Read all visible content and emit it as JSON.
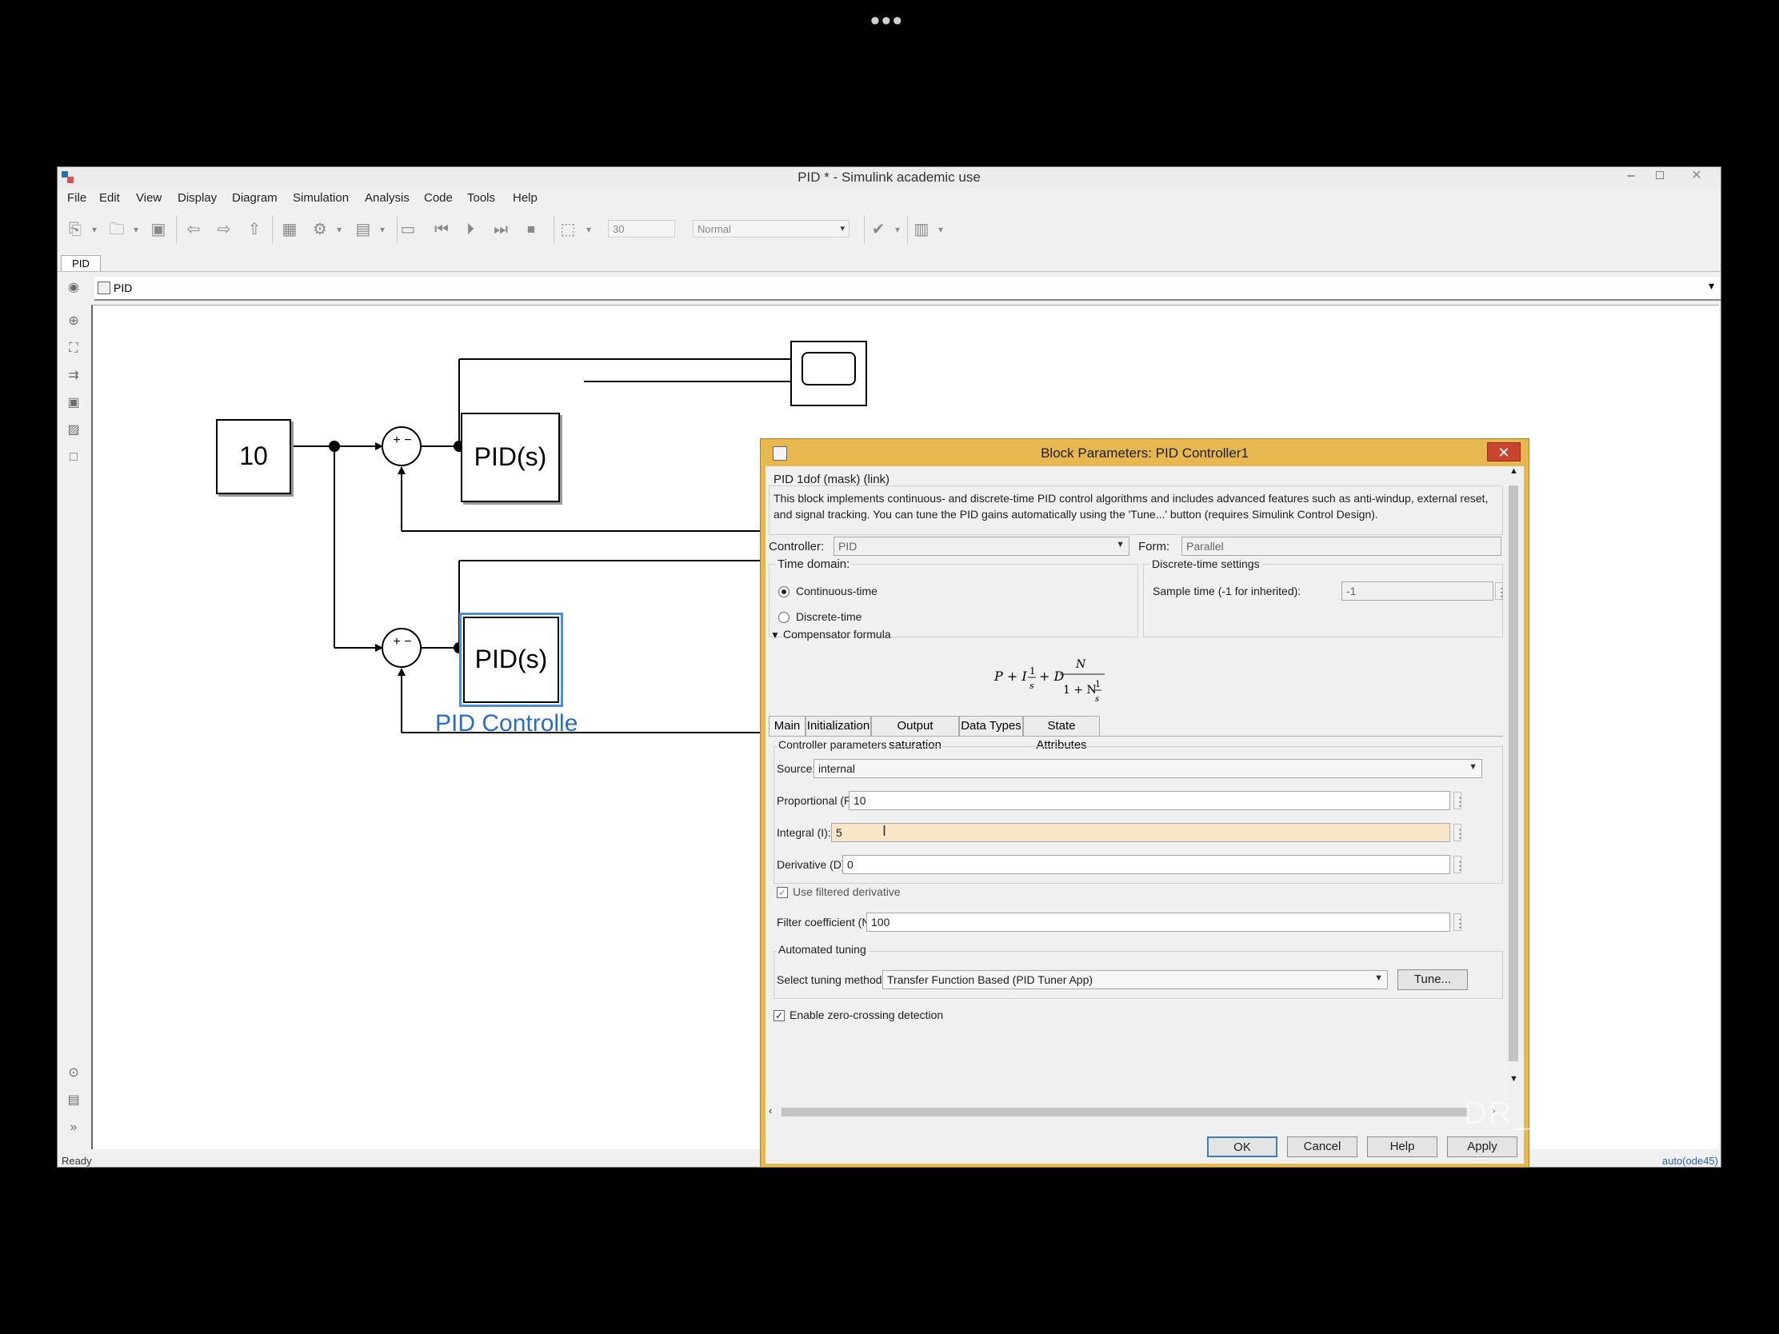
{
  "window": {
    "title": "PID * - Simulink academic use",
    "controls": [
      "–",
      "□",
      "✕"
    ]
  },
  "menu": [
    "File",
    "Edit",
    "View",
    "Display",
    "Diagram",
    "Simulation",
    "Analysis",
    "Code",
    "Tools",
    "Help"
  ],
  "toolbar": {
    "stop_time": "30",
    "sim_mode": "Normal"
  },
  "model_tab": "PID",
  "address": "PID",
  "status": {
    "left": "Ready",
    "right": "auto(ode45)"
  },
  "diagram": {
    "constant_value": "10",
    "pid1_label": "PID(s)",
    "pid2_label": "PID(s)",
    "pid2_name": "PID Controlle",
    "sum1_signs": "+ −",
    "sum2_signs": "+ −"
  },
  "dialog": {
    "title": "Block Parameters: PID Controller1",
    "mask_title": "PID 1dof (mask) (link)",
    "description": "This block implements continuous- and discrete-time PID control algorithms and includes advanced features such as anti-windup, external reset, and signal tracking. You can tune the PID gains automatically using the 'Tune...' button (requires Simulink Control Design).",
    "controller_label": "Controller:",
    "controller_value": "PID",
    "form_label": "Form:",
    "form_value": "Parallel",
    "time_domain_label": "Time domain:",
    "continuous_label": "Continuous-time",
    "discrete_label": "Discrete-time",
    "discrete_settings_label": "Discrete-time settings",
    "sample_time_label": "Sample time (-1 for inherited):",
    "sample_time_value": "-1",
    "compensator_label": "Compensator formula",
    "tabs": [
      "Main",
      "Initialization",
      "Output saturation",
      "Data Types",
      "State Attributes"
    ],
    "controller_params_label": "Controller parameters",
    "source_label": "Source:",
    "source_value": "internal",
    "p_label": "Proportional (P):",
    "p_value": "10",
    "i_label": "Integral (I):",
    "i_value": "5",
    "d_label": "Derivative (D):",
    "d_value": "0",
    "filtered_label": "Use filtered derivative",
    "n_label": "Filter coefficient (N):",
    "n_value": "100",
    "auto_tuning_label": "Automated tuning",
    "tuning_method_label": "Select tuning method:",
    "tuning_method_value": "Transfer Function Based (PID Tuner App)",
    "tune_button": "Tune...",
    "zero_cross_label": "Enable zero-crossing detection",
    "buttons": {
      "ok": "OK",
      "cancel": "Cancel",
      "help": "Help",
      "apply": "Apply"
    }
  },
  "watermark": {
    "text": "DR_CAN"
  },
  "colors": {
    "dialog_frame": "#e6b84f",
    "selected_block": "#4a8fd8",
    "block_name": "#2b6cc4"
  }
}
